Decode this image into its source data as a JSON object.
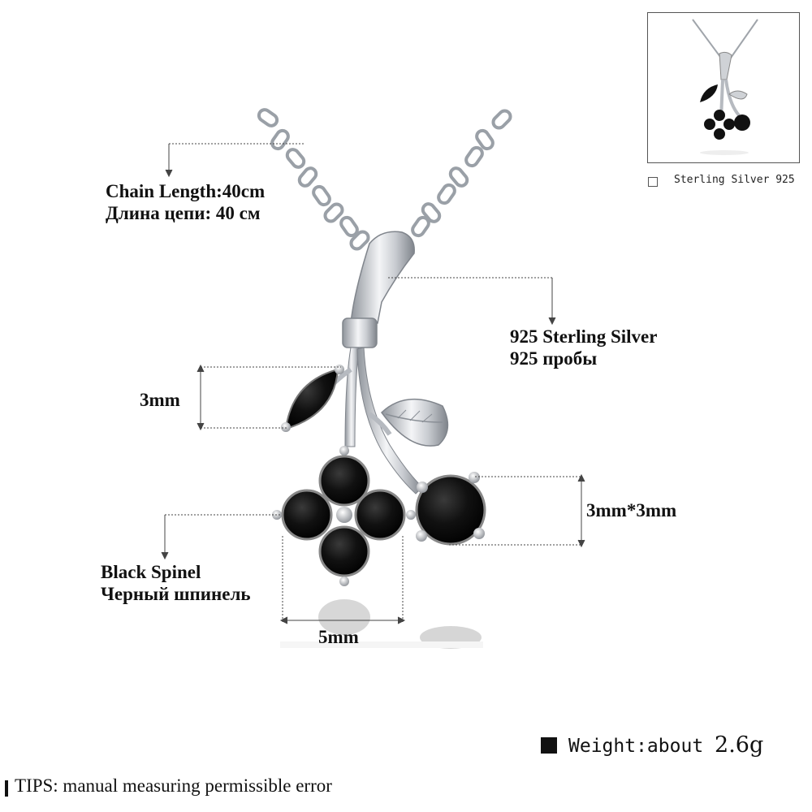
{
  "labels": {
    "chain_en": "Chain Length:40cm",
    "chain_ru": "Длина цепи: 40 см",
    "silver_en": "925 Sterling Silver",
    "silver_ru": "925 пробы",
    "leaf_size": "3mm",
    "round_size": "3mm*3mm",
    "stone_en": "Black Spinel",
    "stone_ru": "Черный шпинель",
    "flower_width": "5mm"
  },
  "thumbnail": {
    "caption": "Sterling Silver 925"
  },
  "weight": {
    "label": "Weight:about",
    "value": "2.6g"
  },
  "tips": {
    "text": "TIPS: manual measuring permissible error"
  },
  "colors": {
    "silver": "#d9dbe0",
    "stone": "#0b0b0b",
    "dimension_line": "#444444"
  }
}
